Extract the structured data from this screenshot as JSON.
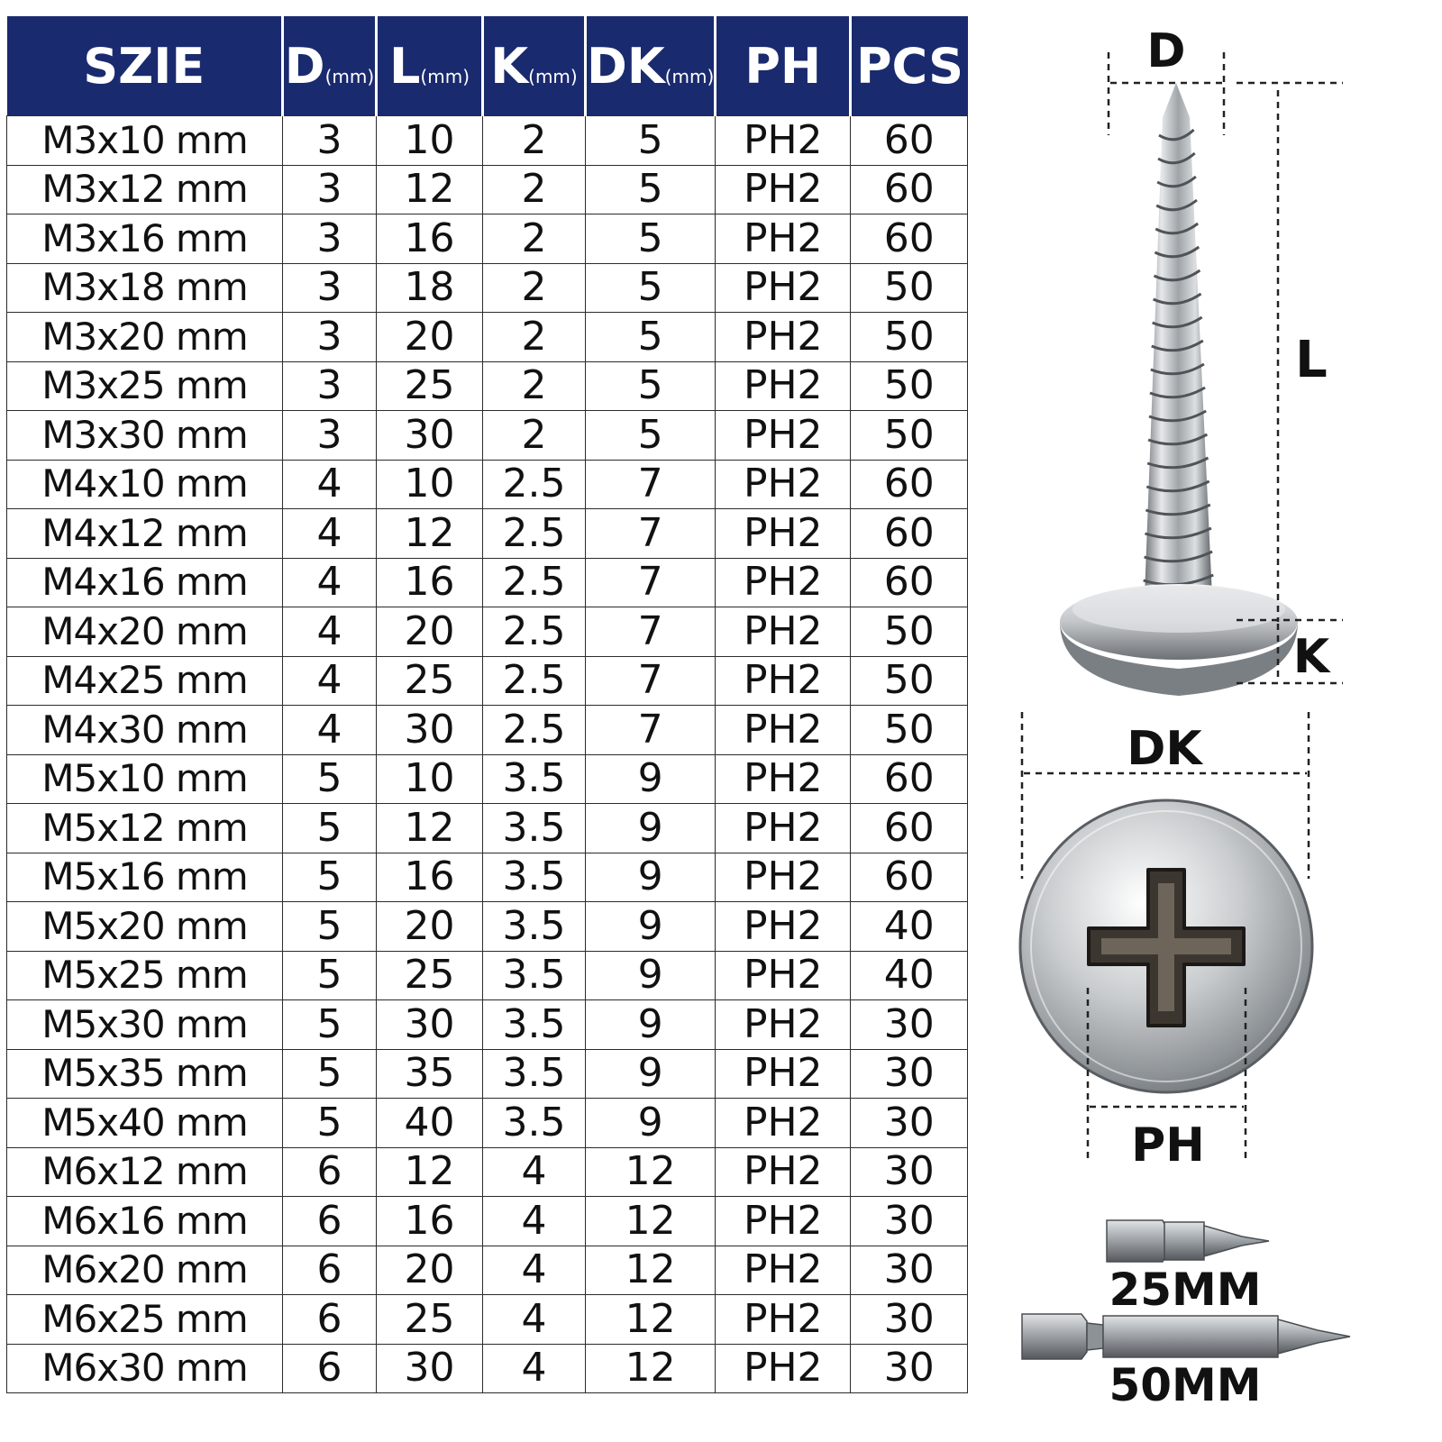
{
  "table": {
    "headers": [
      {
        "main": "SZIE",
        "unit": ""
      },
      {
        "main": "D",
        "unit": "(mm)"
      },
      {
        "main": "L",
        "unit": "(mm)"
      },
      {
        "main": "K",
        "unit": "(mm)"
      },
      {
        "main": "DK",
        "unit": "(mm)"
      },
      {
        "main": "PH",
        "unit": ""
      },
      {
        "main": "PCS",
        "unit": ""
      }
    ],
    "rows": [
      [
        "M3x10 mm",
        "3",
        "10",
        "2",
        "5",
        "PH2",
        "60"
      ],
      [
        "M3x12 mm",
        "3",
        "12",
        "2",
        "5",
        "PH2",
        "60"
      ],
      [
        "M3x16 mm",
        "3",
        "16",
        "2",
        "5",
        "PH2",
        "60"
      ],
      [
        "M3x18 mm",
        "3",
        "18",
        "2",
        "5",
        "PH2",
        "50"
      ],
      [
        "M3x20 mm",
        "3",
        "20",
        "2",
        "5",
        "PH2",
        "50"
      ],
      [
        "M3x25 mm",
        "3",
        "25",
        "2",
        "5",
        "PH2",
        "50"
      ],
      [
        "M3x30 mm",
        "3",
        "30",
        "2",
        "5",
        "PH2",
        "50"
      ],
      [
        "M4x10 mm",
        "4",
        "10",
        "2.5",
        "7",
        "PH2",
        "60"
      ],
      [
        "M4x12 mm",
        "4",
        "12",
        "2.5",
        "7",
        "PH2",
        "60"
      ],
      [
        "M4x16 mm",
        "4",
        "16",
        "2.5",
        "7",
        "PH2",
        "60"
      ],
      [
        "M4x20 mm",
        "4",
        "20",
        "2.5",
        "7",
        "PH2",
        "50"
      ],
      [
        "M4x25 mm",
        "4",
        "25",
        "2.5",
        "7",
        "PH2",
        "50"
      ],
      [
        "M4x30 mm",
        "4",
        "30",
        "2.5",
        "7",
        "PH2",
        "50"
      ],
      [
        "M5x10 mm",
        "5",
        "10",
        "3.5",
        "9",
        "PH2",
        "60"
      ],
      [
        "M5x12 mm",
        "5",
        "12",
        "3.5",
        "9",
        "PH2",
        "60"
      ],
      [
        "M5x16 mm",
        "5",
        "16",
        "3.5",
        "9",
        "PH2",
        "60"
      ],
      [
        "M5x20 mm",
        "5",
        "20",
        "3.5",
        "9",
        "PH2",
        "40"
      ],
      [
        "M5x25 mm",
        "5",
        "25",
        "3.5",
        "9",
        "PH2",
        "40"
      ],
      [
        "M5x30 mm",
        "5",
        "30",
        "3.5",
        "9",
        "PH2",
        "30"
      ],
      [
        "M5x35 mm",
        "5",
        "35",
        "3.5",
        "9",
        "PH2",
        "30"
      ],
      [
        "M5x40 mm",
        "5",
        "40",
        "3.5",
        "9",
        "PH2",
        "30"
      ],
      [
        "M6x12 mm",
        "6",
        "12",
        "4",
        "12",
        "PH2",
        "30"
      ],
      [
        "M6x16 mm",
        "6",
        "16",
        "4",
        "12",
        "PH2",
        "30"
      ],
      [
        "M6x20 mm",
        "6",
        "20",
        "4",
        "12",
        "PH2",
        "30"
      ],
      [
        "M6x25 mm",
        "6",
        "25",
        "4",
        "12",
        "PH2",
        "30"
      ],
      [
        "M6x30 mm",
        "6",
        "30",
        "4",
        "12",
        "PH2",
        "30"
      ]
    ]
  },
  "diagram": {
    "label_d": "D",
    "label_l": "L",
    "label_k": "K",
    "label_dk": "DK",
    "label_ph": "PH",
    "bit_short_label": "25MM",
    "bit_long_label": "50MM"
  },
  "colors": {
    "header_bg": "#1a2a6e",
    "header_text": "#ffffff",
    "grid": "#2b2b2b",
    "metal": "#b8bcc0"
  },
  "icons": [
    "screw-side-image",
    "screw-head-image",
    "screwdriver-bit-icon"
  ]
}
